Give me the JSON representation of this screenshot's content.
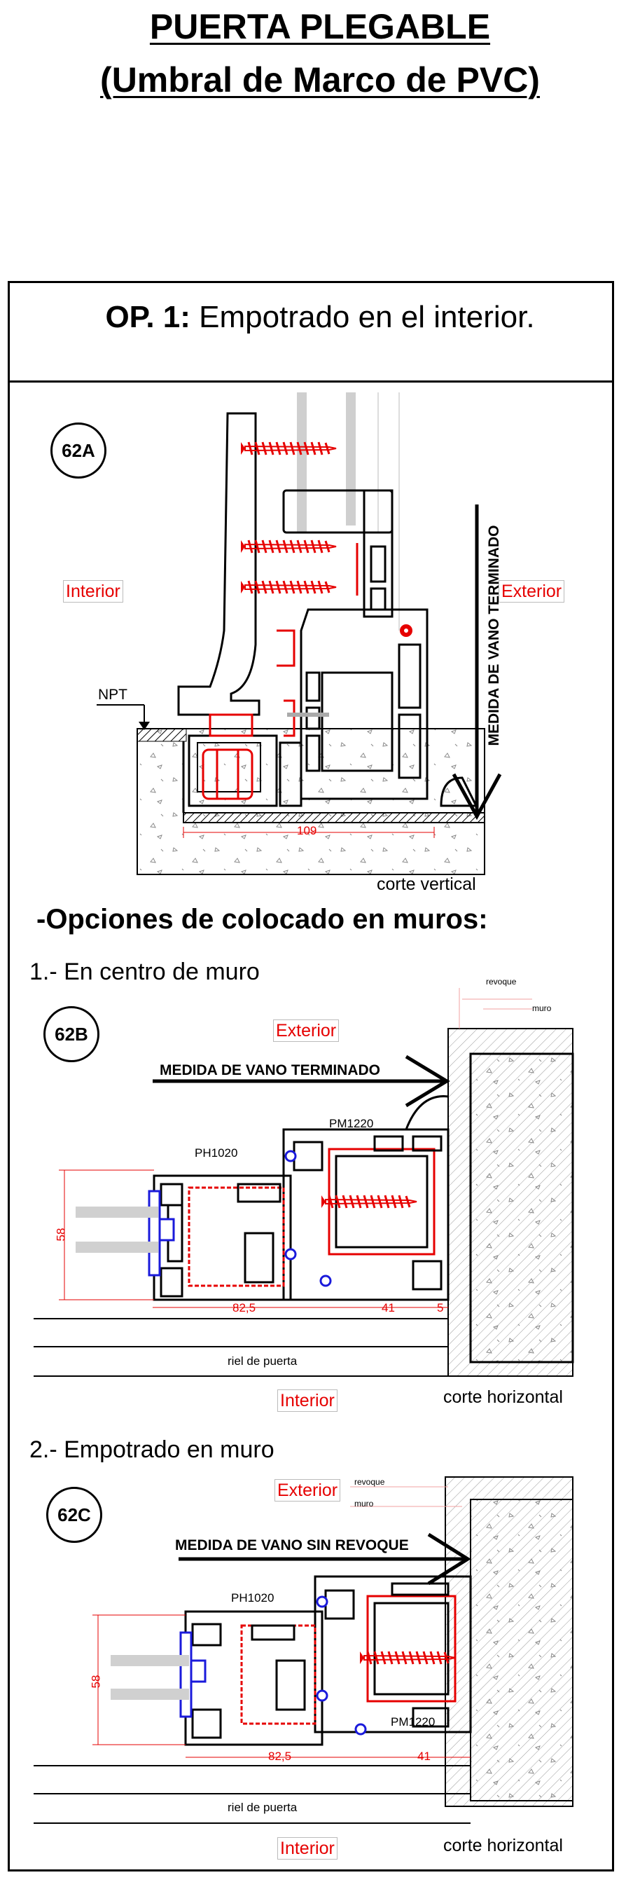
{
  "title": {
    "line1": "PUERTA PLEGABLE",
    "line2": "(Umbral de  Marco de PVC)"
  },
  "option": {
    "label": "OP. 1:",
    "text": "Empotrado en el interior."
  },
  "detail_a": {
    "id": "62A",
    "interior": "Interior",
    "exterior": "Exterior",
    "npt": "NPT",
    "vertical_label": "MEDIDA DE VANO TERMINADO",
    "dim": "109",
    "caption": "corte vertical"
  },
  "section_heading": "-Opciones de colocado en muros:",
  "option1": {
    "heading": "1.- En centro de muro",
    "id": "62B",
    "exterior": "Exterior",
    "interior": "Interior",
    "revoque": "revoque",
    "muro": "muro",
    "measure": "MEDIDA DE VANO TERMINADO",
    "ph": "PH1020",
    "pm": "PM1220",
    "dim_h": "58",
    "dim_a": "82,5",
    "dim_b": "41",
    "dim_c": "5",
    "rail": "riel de puerta",
    "caption": "corte horizontal"
  },
  "option2": {
    "heading": "2.- Empotrado en muro",
    "id": "62C",
    "exterior": "Exterior",
    "interior": "Interior",
    "revoque": "revoque",
    "muro": "muro",
    "measure": "MEDIDA DE VANO SIN REVOQUE",
    "ph": "PH1020",
    "pm": "PM1220",
    "dim_h": "58",
    "dim_a": "82,5",
    "dim_b": "41",
    "rail": "riel de puerta",
    "caption": "corte horizontal"
  },
  "colors": {
    "accent_red": "#e60000",
    "gasket_blue": "#1a1adb",
    "line": "#000000"
  }
}
